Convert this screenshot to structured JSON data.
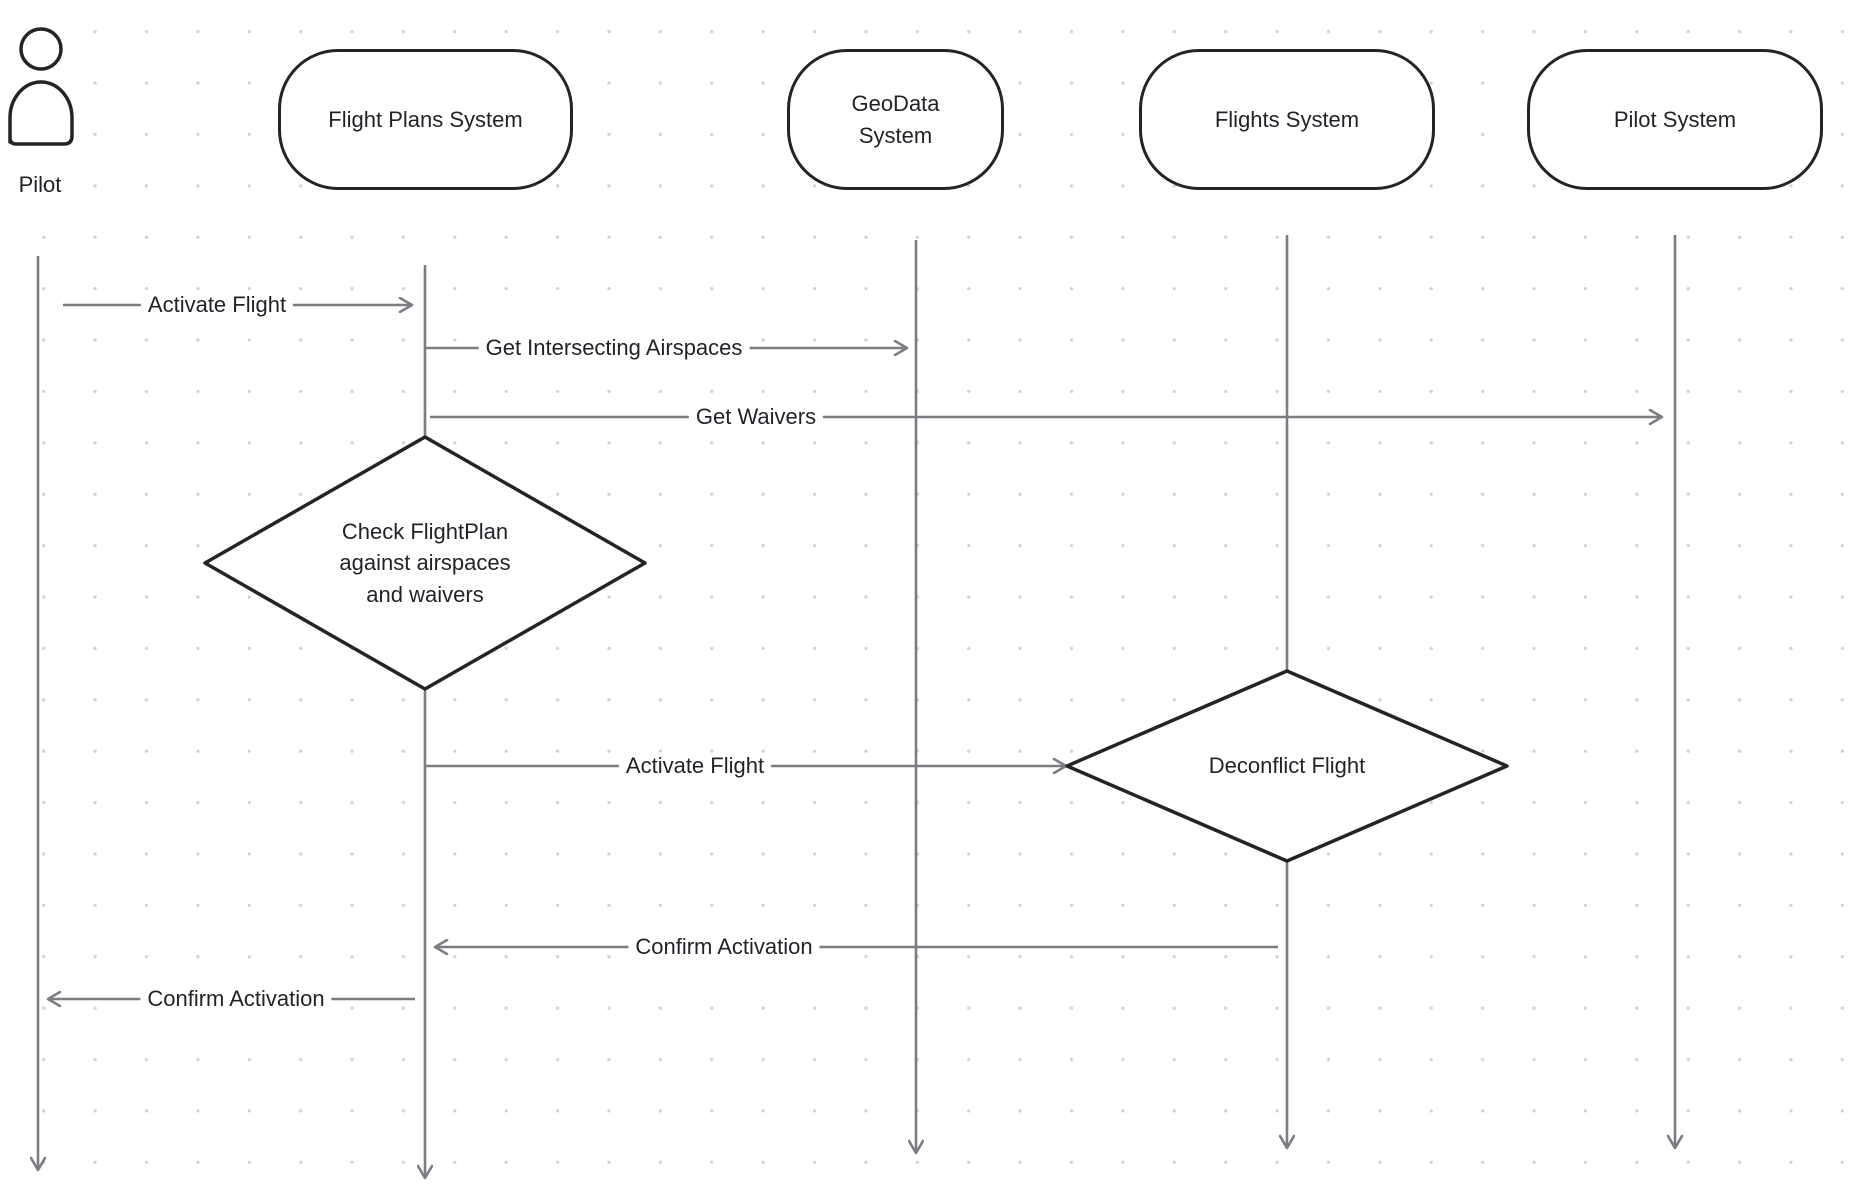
{
  "actor": {
    "name": "Pilot",
    "icon": "person-icon"
  },
  "participants": [
    {
      "id": "flight-plans-system",
      "label": "Flight Plans System"
    },
    {
      "id": "geodata-system",
      "label": "GeoData System"
    },
    {
      "id": "flights-system",
      "label": "Flights System"
    },
    {
      "id": "pilot-system",
      "label": "Pilot System"
    }
  ],
  "messages": [
    {
      "label": "Activate Flight",
      "from": "Pilot",
      "to": "Flight Plans System"
    },
    {
      "label": "Get Intersecting Airspaces",
      "from": "Flight Plans System",
      "to": "GeoData System"
    },
    {
      "label": "Get Waivers",
      "from": "Flight Plans System",
      "to": "Pilot System"
    },
    {
      "label": "Activate Flight",
      "from": "Flight Plans System",
      "to": "Flights System"
    },
    {
      "label": "Confirm Activation",
      "from": "Flights System",
      "to": "Flight Plans System"
    },
    {
      "label": "Confirm Activation",
      "from": "Flight Plans System",
      "to": "Pilot"
    }
  ],
  "decisions": [
    {
      "label": "Check FlightPlan against airspaces and waivers",
      "lane": "Flight Plans System"
    },
    {
      "label": "Deconflict Flight",
      "lane": "Flights System"
    }
  ],
  "colors": {
    "stroke": "#222428",
    "connector": "#7b7d82",
    "dot_grid": "#cfd2d7",
    "background": "#ffffff"
  }
}
